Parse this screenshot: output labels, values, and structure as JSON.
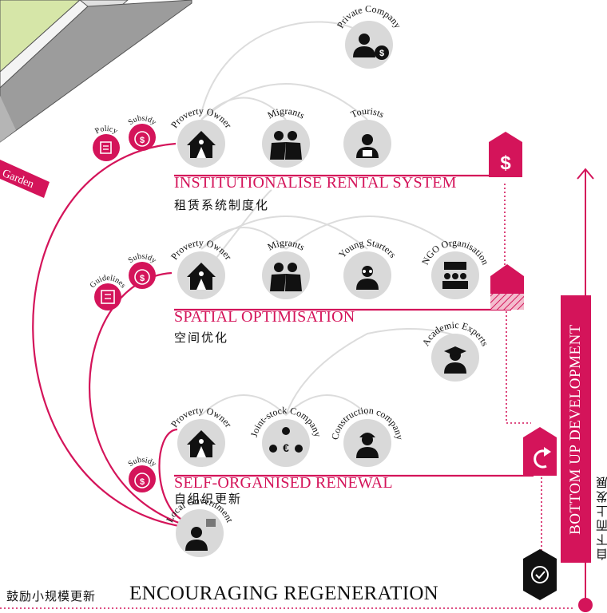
{
  "rows": [
    {
      "title": "INSTITUTIONALISE RENTAL SYSTEM",
      "subtitle": "租赁系统制度化"
    },
    {
      "title": "SPATIAL OPTIMISATION",
      "subtitle": "空间优化"
    },
    {
      "title": "SELF-ORGANISED RENEWAL",
      "subtitle": "自组织更新"
    }
  ],
  "actors": {
    "private_company": "Private Company",
    "property_owner": "Proverty Owner",
    "migrants": "Migrants",
    "tourists": "Tourists",
    "young_starters": "Young Starters",
    "ngo": "NGO Organisation",
    "academic": "Academic Experts",
    "joint_stock": "Joint-stock Company",
    "construction": "Construction company",
    "local_government": "Local Government"
  },
  "tools": {
    "policy": "Policy",
    "subsidy": "Subsidy",
    "guidelines": "Guidelines"
  },
  "garden": "Garden",
  "bottom": {
    "title": "ENCOURAGING REGENERATION",
    "subtitle": "鼓励小规模更新"
  },
  "vertical": {
    "title": "BOTTOM UP DEVELOPMENT",
    "subtitle": "自下而上发展"
  },
  "colors": {
    "accent": "#d4145a",
    "circle": "#d9d9d9",
    "icon": "#111111",
    "arc": "#dcdcdc"
  }
}
